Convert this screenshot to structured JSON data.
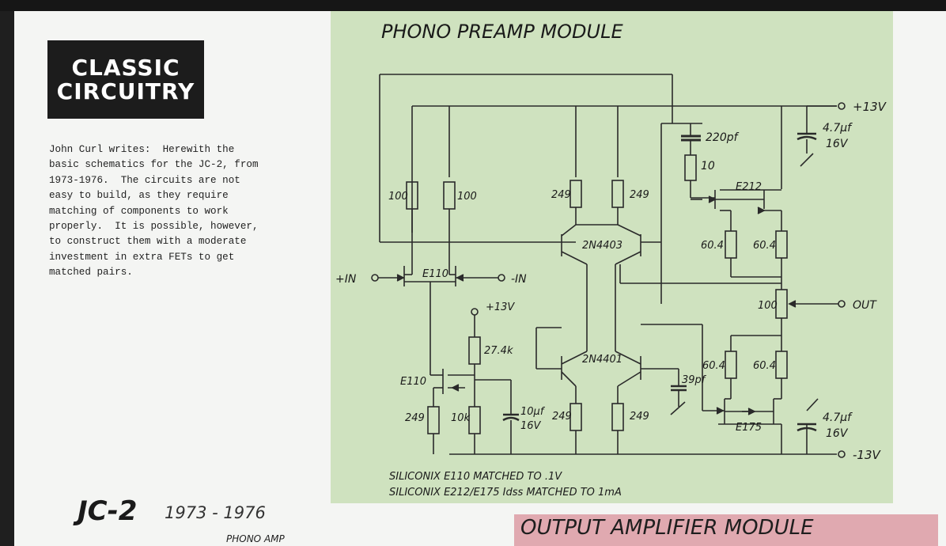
{
  "logo": {
    "line1": "CLASSIC",
    "line2": "CIRCUITRY"
  },
  "letter_lines": [
    "John Curl writes:  Herewith the",
    "basic schematics for the JC-2, from",
    "1973-1976.  The circuits are not",
    "easy to build, as they require",
    "matching of components to work",
    "properly.  It is possible, however,",
    "to construct them with a moderate",
    "investment in extra FETs to get",
    "matched pairs."
  ],
  "model": "JC-2",
  "years": "1973 - 1976",
  "phono_label": "PHONO AMP",
  "schematic": {
    "title": "PHONO PREAMP MODULE",
    "labels": {
      "plus13_top": "+13V",
      "minus13": "-13V",
      "plus13_mid": "+13V",
      "in_plus": "+IN",
      "in_minus": "-IN",
      "out": "OUT",
      "c220": "220pf",
      "r10": "10",
      "c47a": "4.7µf",
      "v16a": "16V",
      "c47b": "4.7µf",
      "v16b": "16V",
      "r100a": "100",
      "r100b": "100",
      "r249a": "249",
      "r249b": "249",
      "r249c": "249",
      "r249d": "249",
      "r249e": "249",
      "q2n4403": "2N4403",
      "q2n4401": "2N4401",
      "e110a": "E110",
      "e110b": "E110",
      "e212": "E212",
      "e175": "E175",
      "r604a": "60.4",
      "r604b": "60.4",
      "r604c": "60.4",
      "r604d": "60.4",
      "r100pot": "100",
      "r274": "27.4k",
      "r10k": "10k",
      "c10": "10µf",
      "v16c": "16V",
      "c39": "39pf",
      "note1": "SILICONIX  E110  MATCHED TO  .1V",
      "note2": "SILICONIX  E212/E175  Idss MATCHED TO  1mA"
    }
  },
  "output_module_title": "OUTPUT AMPLIFIER MODULE"
}
